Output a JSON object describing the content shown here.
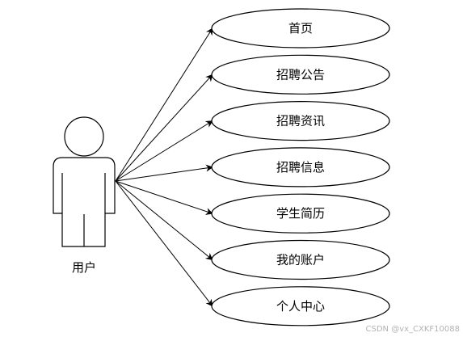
{
  "actor": {
    "label": "用户"
  },
  "use_cases": [
    {
      "label": "首页"
    },
    {
      "label": "招聘公告"
    },
    {
      "label": "招聘资讯"
    },
    {
      "label": "招聘信息"
    },
    {
      "label": "学生简历"
    },
    {
      "label": "我的账户"
    },
    {
      "label": "个人中心"
    }
  ],
  "watermark": "CSDN @vx_CXKF10088"
}
